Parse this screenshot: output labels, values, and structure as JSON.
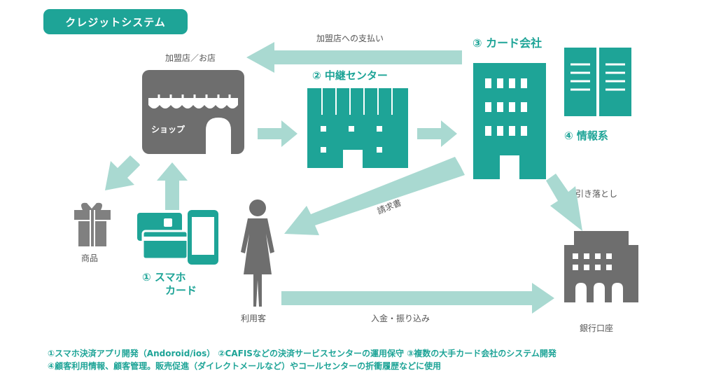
{
  "title": "クレジットシステム",
  "nodes": {
    "merchant": "加盟店／お店",
    "shop_sign": "ショップ",
    "relay_center": "② 中継センター",
    "card_company": "③ カード会社",
    "info_system": "④ 情報系",
    "goods": "商品",
    "smartphone_card_line1": "① スマホ",
    "smartphone_card_line2": "カード",
    "customer": "利用客",
    "bank": "銀行口座"
  },
  "flows": {
    "payment_to_merchant": "加盟店への支払い",
    "invoice": "請求書",
    "debit": "引き落とし",
    "deposit_transfer": "入金・振り込み"
  },
  "notes": {
    "line1": "①スマホ決済アプリ開発（Andoroid/ios） ②CAFISなどの決済サービスセンターの運用保守 ③複数の大手カード会社のシステム開発",
    "line2": "④顧客利用情報、顧客管理。販売促進（ダイレクトメールなど）やコールセンターの折衝履歴などに使用"
  },
  "colors": {
    "teal": "#1ea497",
    "teal_light": "#a9d9d1",
    "dark_gray": "#6e6e6e",
    "mid_gray": "#808080"
  }
}
